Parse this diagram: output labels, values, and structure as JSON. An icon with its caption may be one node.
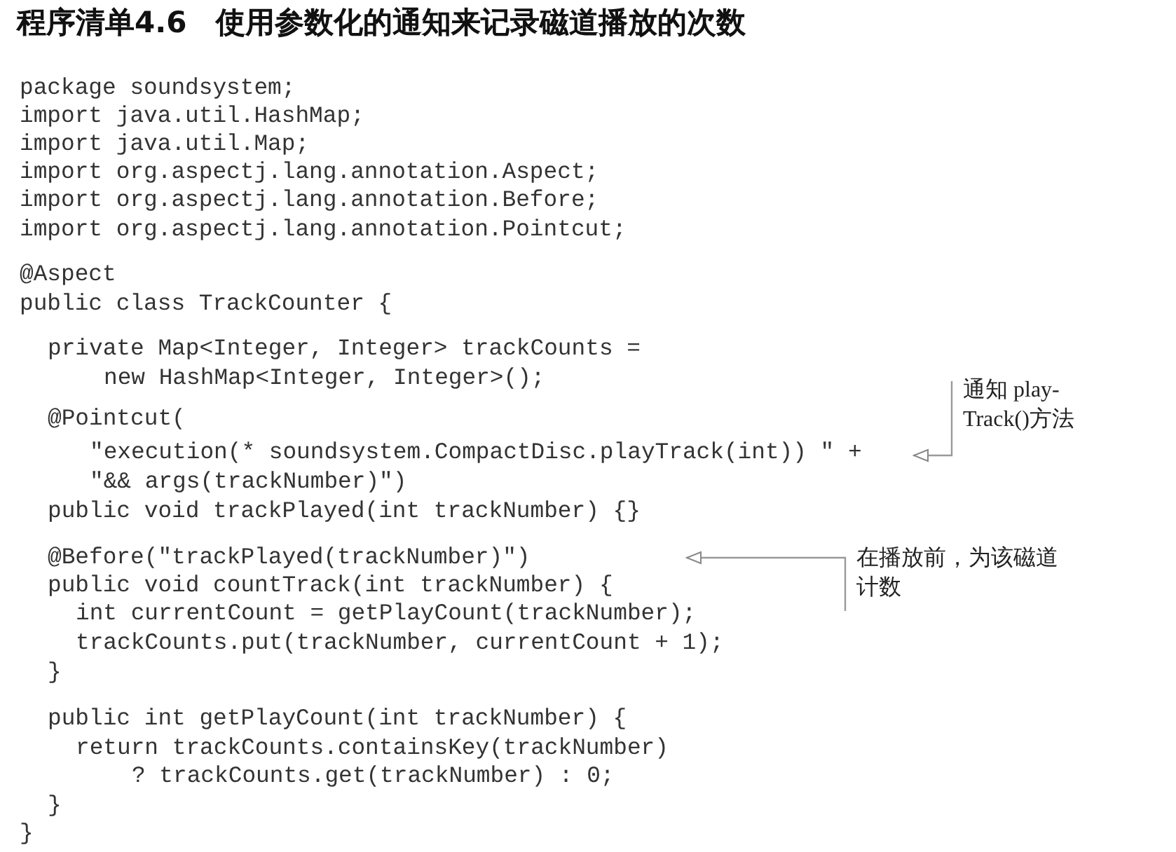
{
  "diagram": {
    "title": "程序清单4.6　使用参数化的通知来记录磁道播放的次数",
    "nodes": [
      {
        "text": [
          "通知 play-Track()方法"
        ]
      },
      {
        "text": [
          "在播放前，为该磁道计数"
        ]
      }
    ],
    "edges": [
      {
        "from": 0,
        "to": null,
        "arrow": "to"
      },
      {
        "from": 1,
        "to": null,
        "arrow": "to"
      }
    ],
    "labels": [
      "package soundsystem;",
      "import java.util.HashMap;",
      "import java.util.Map;",
      "import org.aspectj.lang.annotation.Aspect;",
      "import org.aspectj.lang.annotation.Before;",
      "import org.aspectj.lang.annotation.Pointcut;",
      "@Aspect",
      "public class TrackCounter {",
      "private Map<Integer, Integer> trackCounts =",
      "new HashMap<Integer, Integer>();",
      "@Pointcut(",
      "\"execution(* soundsystem.CompactDisc.playTrack(int)) \" +",
      "\"&& args(trackNumber)\")",
      "public void trackPlayed(int trackNumber) {}",
      "@Before(\"trackPlayed(trackNumber)\")",
      "public void countTrack(int trackNumber) {",
      "int currentCount = getPlayCount(trackNumber);",
      "trackCounts.put(trackNumber, currentCount + 1);",
      "}",
      "public int getPlayCount(int trackNumber) {",
      "return trackCounts.containsKey(trackNumber)",
      "? trackCounts.get(trackNumber) : 0;",
      "}",
      "}"
    ]
  }
}
